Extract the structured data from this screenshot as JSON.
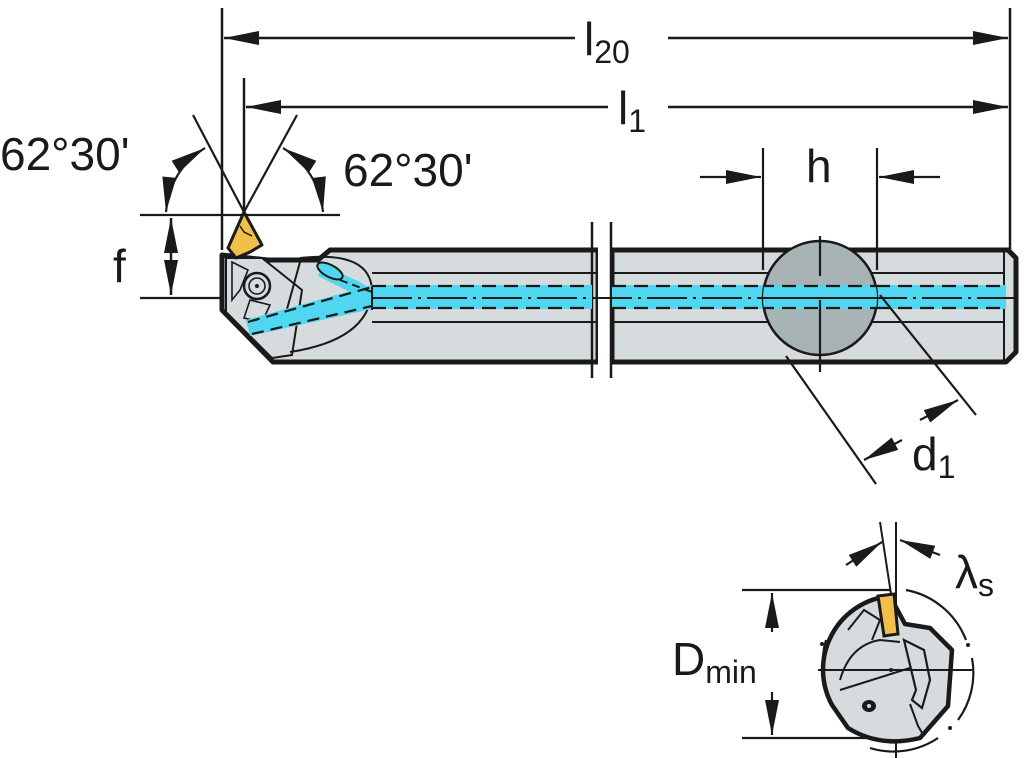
{
  "drawing": {
    "title": "Boring bar technical drawing",
    "colors": {
      "line": "#1a1a1a",
      "body": "#d6dbde",
      "section": "#a8b3b6",
      "coolant": "#4fd6f0",
      "insert": "#f2c04a",
      "background": "#ffffff"
    },
    "dimensions": {
      "l20": {
        "main": "l",
        "sub": "20"
      },
      "l1": {
        "main": "l",
        "sub": "1"
      },
      "h": {
        "main": "h"
      },
      "f": {
        "main": "f"
      },
      "d1": {
        "main": "d",
        "sub": "1"
      },
      "dmin": {
        "main": "D",
        "sub": "min"
      },
      "lambda_s": {
        "main": "λ",
        "sub": "s"
      },
      "angle_left": "62°30'",
      "angle_right": "62°30'"
    }
  }
}
